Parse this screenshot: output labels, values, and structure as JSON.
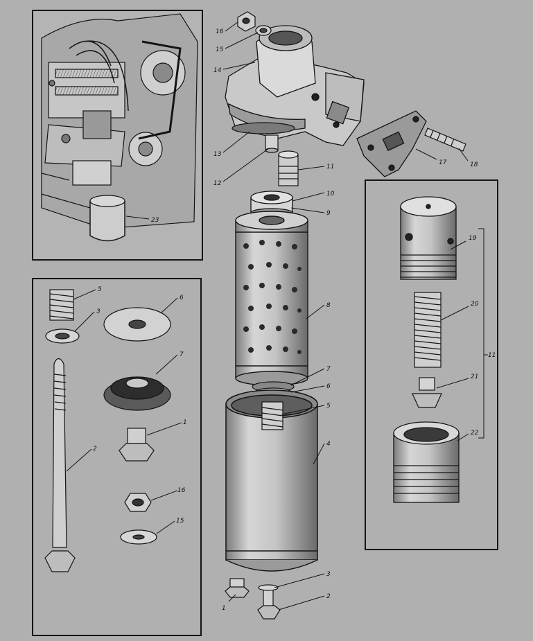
{
  "background_color": "#b0b0b0",
  "ink_color": "#141414",
  "part_fill": "#d8d8d8",
  "part_shade": "#9a9a9a",
  "callouts": [
    {
      "id": "top-16",
      "label": "16"
    },
    {
      "id": "top-15",
      "label": "15"
    },
    {
      "id": "top-14",
      "label": "14"
    },
    {
      "id": "top-13",
      "label": "13"
    },
    {
      "id": "top-12",
      "label": "12"
    },
    {
      "id": "top-11",
      "label": "11"
    },
    {
      "id": "top-10",
      "label": "10"
    },
    {
      "id": "top-9",
      "label": "9"
    },
    {
      "id": "top-8",
      "label": "8"
    },
    {
      "id": "top-7",
      "label": "7"
    },
    {
      "id": "top-6",
      "label": "6"
    },
    {
      "id": "top-5",
      "label": "5"
    },
    {
      "id": "top-4",
      "label": "4"
    },
    {
      "id": "top-3",
      "label": "3"
    },
    {
      "id": "top-2",
      "label": "2"
    },
    {
      "id": "top-1",
      "label": "1"
    },
    {
      "id": "top-17",
      "label": "17"
    },
    {
      "id": "top-18",
      "label": "18"
    },
    {
      "id": "engine-23",
      "label": "23"
    },
    {
      "id": "left-5",
      "label": "5"
    },
    {
      "id": "left-3",
      "label": "3"
    },
    {
      "id": "left-6",
      "label": "6"
    },
    {
      "id": "left-7",
      "label": "7"
    },
    {
      "id": "left-1",
      "label": "1"
    },
    {
      "id": "left-2",
      "label": "2"
    },
    {
      "id": "left-16",
      "label": "16"
    },
    {
      "id": "left-15",
      "label": "15"
    },
    {
      "id": "valve-19",
      "label": "19"
    },
    {
      "id": "valve-20",
      "label": "20"
    },
    {
      "id": "valve-11",
      "label": "11"
    },
    {
      "id": "valve-21",
      "label": "21"
    },
    {
      "id": "valve-22",
      "label": "22"
    }
  ]
}
